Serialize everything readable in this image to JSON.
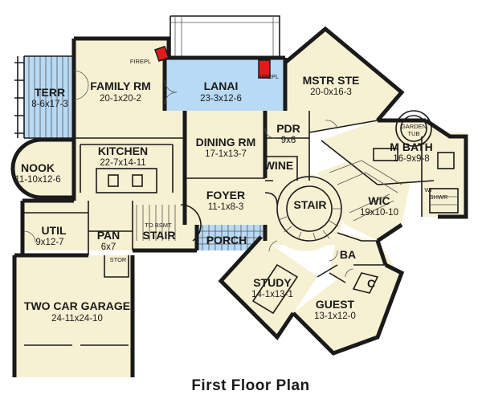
{
  "title": "First Floor Plan",
  "rooms": {
    "terr": {
      "name": "TERR",
      "dims": "8-6x17-3"
    },
    "family": {
      "name": "FAMILY RM",
      "dims": "20-1x20-2"
    },
    "lanai": {
      "name": "LANAI",
      "dims": "23-3x12-6"
    },
    "mstr_ste": {
      "name": "MSTR STE",
      "dims": "20-0x16-3"
    },
    "kitchen": {
      "name": "KITCHEN",
      "dims": "22-7x14-11"
    },
    "dining": {
      "name": "DINING RM",
      "dims": "17-1x13-7"
    },
    "pdr": {
      "name": "PDR",
      "dims": "9x6"
    },
    "wine": {
      "name": "WINE"
    },
    "nook": {
      "name": "NOOK",
      "dims": "11-10x12-6"
    },
    "foyer": {
      "name": "FOYER",
      "dims": "11-1x8-3"
    },
    "stair_main": {
      "name": "STAIR"
    },
    "m_bath": {
      "name": "M BATH",
      "dims": "16-9x9-8"
    },
    "wic": {
      "name": "WIC",
      "dims": "19x10-10"
    },
    "util": {
      "name": "UTIL",
      "dims": "9x12-7"
    },
    "pan": {
      "name": "PAN",
      "dims": "6x7"
    },
    "stair_bsmt": {
      "name": "STAIR"
    },
    "porch": {
      "name": "PORCH"
    },
    "ba": {
      "name": "BA"
    },
    "closet": {
      "name": "C"
    },
    "study": {
      "name": "STUDY",
      "dims": "14-1x13-1"
    },
    "guest": {
      "name": "GUEST",
      "dims": "13-1x12-0"
    },
    "garage": {
      "name": "TWO CAR GARAGE",
      "dims": "24-11x24-10"
    },
    "stor": {
      "name": "STOR"
    }
  },
  "notes": {
    "firepl_family": "FIREPL",
    "firepl_lanai": "FIREPL",
    "to_bsmt": "TO BSMT",
    "garden_tub_1": "GARDEN",
    "garden_tub_2": "TUB",
    "wi_shwr_1": "WI",
    "wi_shwr_2": "SHWR"
  },
  "colors": {
    "room_fill": "#f7f1d3",
    "outdoor_fill": "#b8daf5",
    "fireplace": "#e01b1b",
    "wall": "#1a1a1a"
  }
}
